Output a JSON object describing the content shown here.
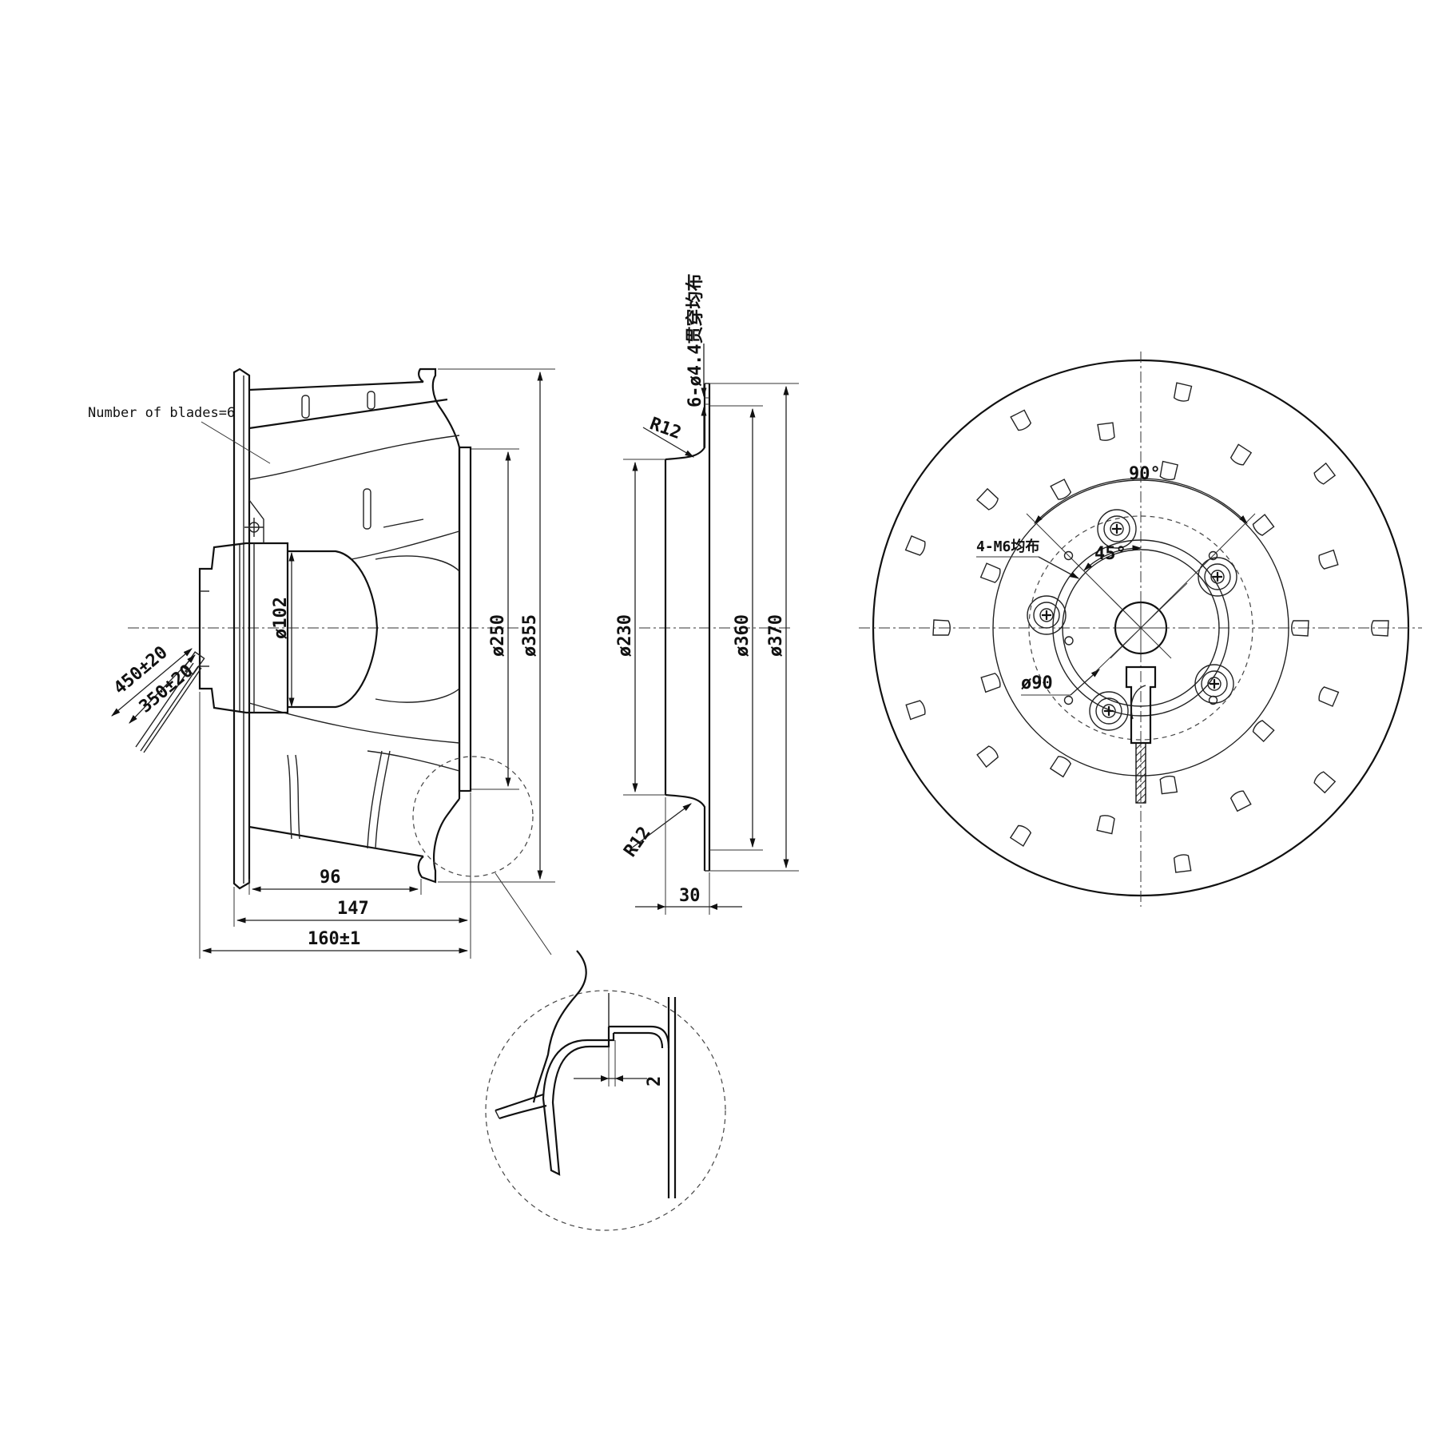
{
  "annotations": {
    "blade_note": "Number of blades=6",
    "hole_note": "6-ø4.4贯穿均布",
    "thread_note": "4-M6均布",
    "cable_450": "450±20",
    "cable_350": "350±20",
    "radius_top": "R12",
    "radius_bottom": "R12"
  },
  "side_view": {
    "dia_hub": "ø102",
    "dia_inlet": "ø250",
    "dia_outer": "ø355",
    "len_96": "96",
    "len_147": "147",
    "len_160": "160±1"
  },
  "inlet_ring": {
    "dia_230": "ø230",
    "dia_360": "ø360",
    "dia_370": "ø370",
    "width_30": "30"
  },
  "front_view": {
    "angle_90": "90°",
    "angle_45": "45°",
    "dia_90": "ø90"
  },
  "detail": {
    "gap": "2"
  },
  "colors": {
    "line": "#111111",
    "background": "#ffffff"
  }
}
